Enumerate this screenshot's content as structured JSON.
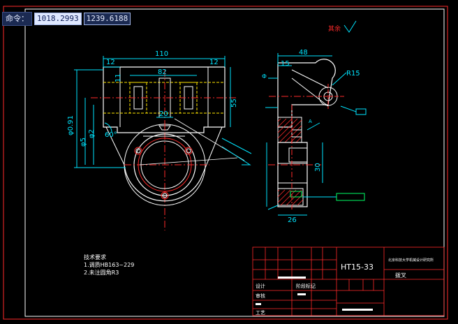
{
  "command_bar": {
    "label": "命令：",
    "coord_x": "1018.2993",
    "coord_y": "1239.6188"
  },
  "dimensions": {
    "overall_width": "110",
    "left_top": "12",
    "right_top": "12",
    "inner_width": "82",
    "left_side": "11",
    "right_height": "55",
    "center_width": "20",
    "total_height": "φ0.91",
    "dia_a": "φ5",
    "dia_b": "φ2",
    "angle": "60°",
    "side_width": "48",
    "side_top": "15",
    "radius": "R15",
    "side_depth": "30",
    "side_bottom": "26",
    "section_label": "A"
  },
  "tech_requirements": {
    "title": "技术要求",
    "line1": "1.调质HB163~229",
    "line2": "2.未注圆角R3"
  },
  "title_block": {
    "material": "HT15-33",
    "company": "北京科技大学机械设计研究所",
    "part_name": "拨叉",
    "row_design": "设计",
    "row_check": "审核",
    "row_process": "工艺",
    "stage": "阶段标记"
  },
  "colors": {
    "border": "#ff2a2a",
    "geometry": "#ffffff",
    "dimension": "#00e5ff",
    "hidden": "#ffe600",
    "center": "#ff2a2a",
    "hatch": "#ff2a2a",
    "accent": "#00ff66"
  }
}
